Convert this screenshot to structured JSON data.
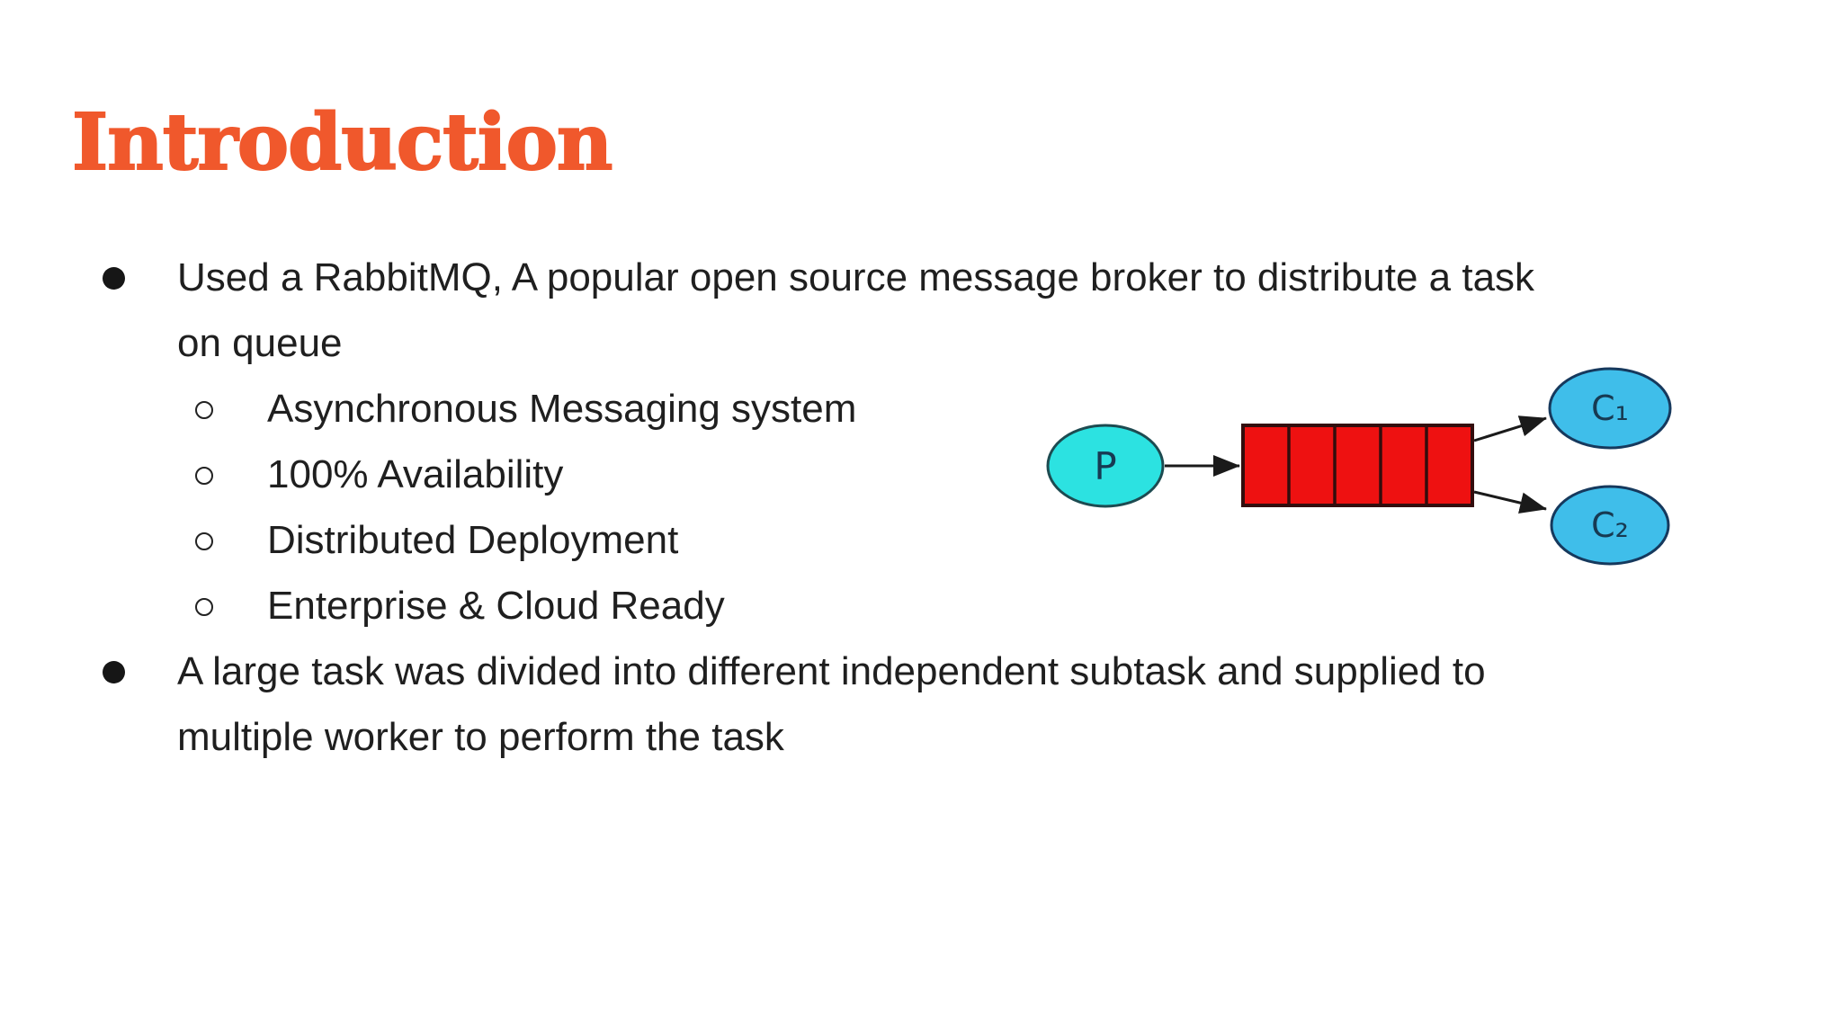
{
  "slide": {
    "title": "Introduction",
    "title_color": "#f0582c",
    "bullets": [
      {
        "level": 1,
        "lines": [
          "Used a RabbitMQ, A popular open source message broker to distribute a task",
          "on queue"
        ]
      },
      {
        "level": 2,
        "lines": [
          "Asynchronous Messaging system"
        ]
      },
      {
        "level": 2,
        "lines": [
          "100% Availability"
        ]
      },
      {
        "level": 2,
        "lines": [
          "Distributed Deployment"
        ]
      },
      {
        "level": 2,
        "lines": [
          "Enterprise & Cloud Ready"
        ]
      },
      {
        "level": 1,
        "lines": [
          "A large task was divided into different independent subtask and supplied to",
          "multiple worker to perform the task"
        ]
      }
    ],
    "diagram": {
      "producer_label": "P",
      "consumer1_label": "C₁",
      "consumer2_label": "C₂",
      "queue_segments": 5,
      "colors": {
        "producer_fill": "#2ce2e1",
        "producer_stroke": "#1d4b51",
        "consumer_fill": "#3fbeea",
        "consumer_stroke": "#16395d",
        "queue_fill": "#ee1111",
        "queue_stroke": "#330d0d",
        "arrow": "#1a1a1a",
        "label": "#173a52"
      }
    }
  }
}
